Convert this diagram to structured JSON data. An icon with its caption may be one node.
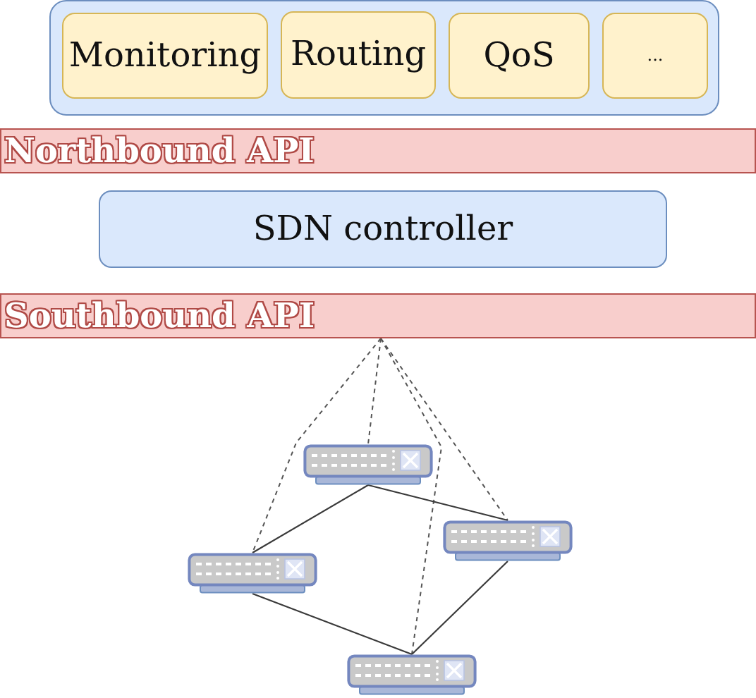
{
  "diagram": {
    "nodes": [
      {
        "text": [],
        "shape": "box"
      },
      {
        "text": [
          "Monitoring"
        ],
        "in": 0
      },
      {
        "text": [
          "Routing"
        ],
        "in": 0
      },
      {
        "text": [
          "QoS"
        ],
        "in": 0
      },
      {
        "text": [
          "..."
        ],
        "in": 0
      },
      {
        "text": [
          "Northbound API"
        ]
      },
      {
        "text": [
          "SDN controller"
        ]
      },
      {
        "text": [
          "Southbound API"
        ]
      },
      {
        "text": [],
        "shape": "picture"
      },
      {
        "text": [],
        "shape": "picture"
      },
      {
        "text": [],
        "shape": "picture"
      },
      {
        "text": [],
        "shape": "picture"
      }
    ],
    "edges": [
      {
        "from": 7,
        "to": 10,
        "arrow": "none",
        "style": "dashed"
      },
      {
        "from": 7,
        "to": 8,
        "arrow": "none",
        "style": "dashed"
      },
      {
        "from": 7,
        "to": 11,
        "arrow": "none",
        "style": "dashed"
      },
      {
        "from": 7,
        "to": 9,
        "arrow": "none",
        "style": "dashed"
      },
      {
        "from": 8,
        "to": 10,
        "arrow": "none"
      },
      {
        "from": 8,
        "to": 9,
        "arrow": "none"
      },
      {
        "from": 10,
        "to": 11,
        "arrow": "none"
      },
      {
        "from": 9,
        "to": 11,
        "arrow": "none"
      }
    ]
  }
}
